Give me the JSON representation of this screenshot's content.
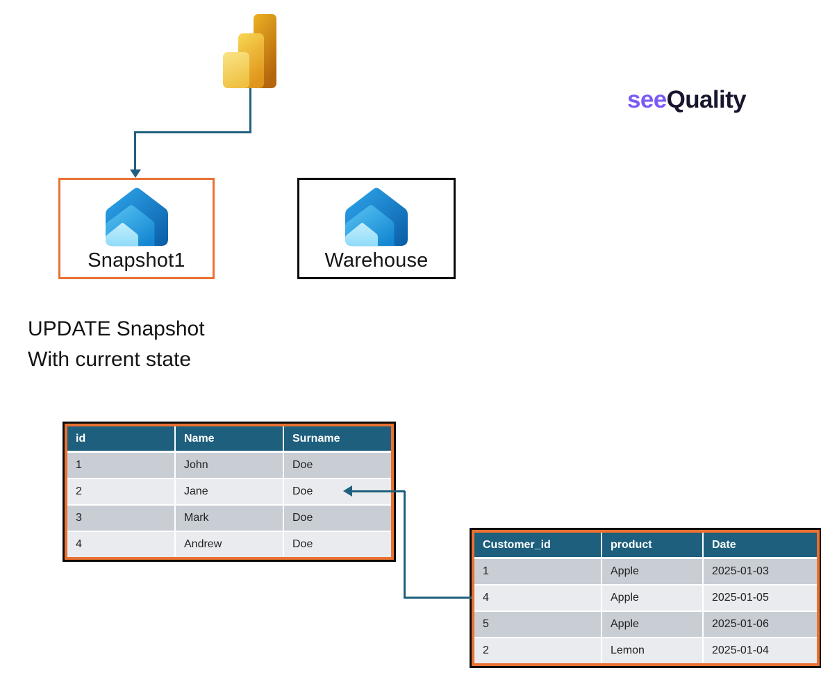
{
  "brand": {
    "see": "see",
    "quality": "Quality"
  },
  "nodes": {
    "snapshot": {
      "label": "Snapshot1",
      "border_color": "#E97132"
    },
    "warehouse": {
      "label": "Warehouse",
      "border_color": "#000000"
    }
  },
  "caption": {
    "line1": "UPDATE Snapshot",
    "line2": "With current state"
  },
  "tables": {
    "customers": {
      "headers": [
        "id",
        "Name",
        "Surname"
      ],
      "rows": [
        [
          "1",
          "John",
          "Doe"
        ],
        [
          "2",
          "Jane",
          "Doe"
        ],
        [
          "3",
          "Mark",
          "Doe"
        ],
        [
          "4",
          "Andrew",
          "Doe"
        ]
      ]
    },
    "orders": {
      "headers": [
        "Customer_id",
        "product",
        "Date"
      ],
      "rows": [
        [
          "1",
          "Apple",
          "2025-01-03"
        ],
        [
          "4",
          "Apple",
          "2025-01-05"
        ],
        [
          "5",
          "Apple",
          "2025-01-06"
        ],
        [
          "2",
          "Lemon",
          "2025-01-04"
        ]
      ]
    }
  },
  "icons": {
    "power_bi": "power-bi-bar-chart-logo",
    "warehouse": "fabric-warehouse-house-icon"
  },
  "colors": {
    "accent_orange": "#E97132",
    "table_header": "#1D5F7C",
    "arrow": "#20607E",
    "row_dark": "#C9CDD4",
    "row_light": "#E9EBEE",
    "brand_purple": "#7B5BF5",
    "brand_dark": "#17162E",
    "text": "#141414"
  }
}
